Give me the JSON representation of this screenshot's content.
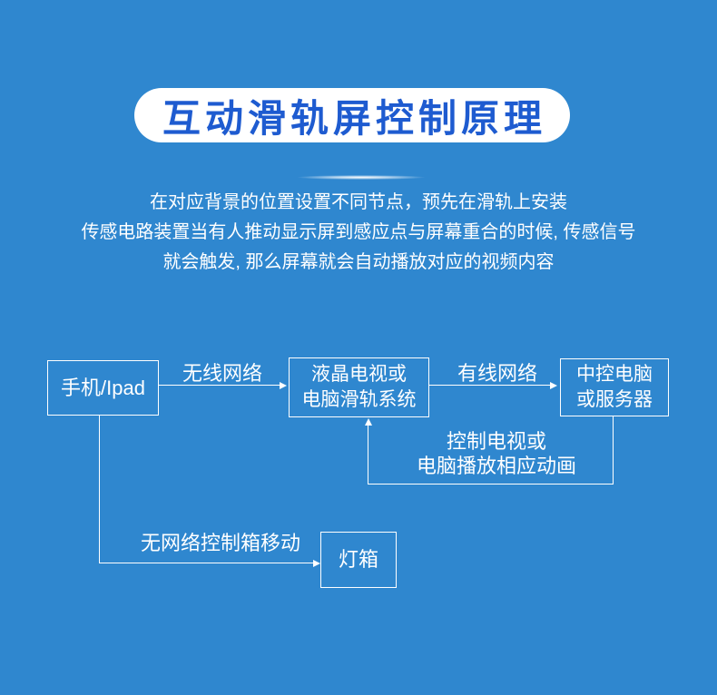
{
  "colors": {
    "background": "#2f87cf",
    "title_text": "#1e5bd0",
    "text": "#ffffff"
  },
  "title": {
    "text": "互动滑轨屏控制原理"
  },
  "description": {
    "line1": "在对应背景的位置设置不同节点，预先在滑轨上安装",
    "line2": "传感电路装置当有人推动显示屏到感应点与屏幕重合的时候, 传感信号",
    "line3": "就会触发, 那么屏幕就会自动播放对应的视频内容"
  },
  "diagram": {
    "nodes": {
      "phone": {
        "label": "手机/Ipad"
      },
      "tv": {
        "line1": "液晶电视或",
        "line2": "电脑滑轨系统"
      },
      "server": {
        "line1": "中控电脑",
        "line2": "或服务器"
      },
      "lightbox": {
        "label": "灯箱"
      }
    },
    "edges": {
      "wireless": {
        "label": "无线网络"
      },
      "wired": {
        "label": "有线网络"
      },
      "feedback": {
        "line1": "控制电视或",
        "line2": "电脑播放相应动画"
      },
      "no_network": {
        "label": "无网络控制箱移动"
      }
    }
  }
}
